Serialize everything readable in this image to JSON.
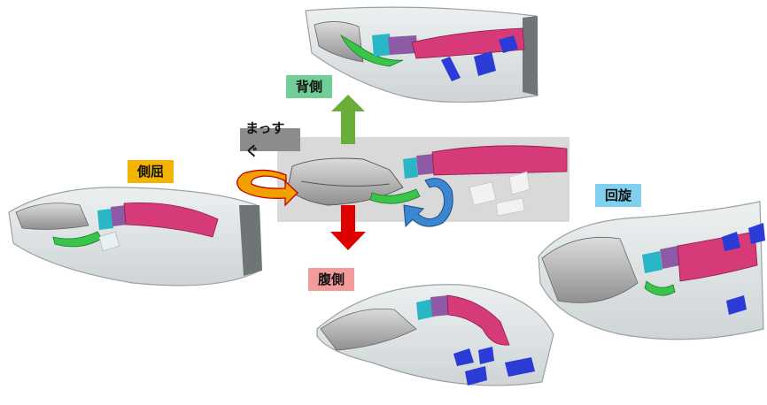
{
  "labels": {
    "straight": "まっすぐ",
    "dorsal": "背側",
    "lateral": "側屈",
    "ventral": "腹側",
    "rotation": "回旋"
  },
  "colors": {
    "straight_bg": "#8c8c8c",
    "dorsal_bg": "#6fcf97",
    "lateral_bg": "#f2b400",
    "ventral_bg": "#f39a9a",
    "rotation_bg": "#7fcfee",
    "center_panel": "#d9d9d9",
    "arrow_up": "#6aae3a",
    "arrow_down": "#e00000",
    "arrow_lateral": "#e0a000",
    "arrow_rotation": "#3a86d0",
    "vertebrae": "#d63a78",
    "atlas": "#29b6c7",
    "axis": "#8e5aa6",
    "hyoid": "#39c44a",
    "blue_bones": "#2a3bd6",
    "skull": "#b8b8b8",
    "soft_tissue": "#cfd6d8"
  }
}
